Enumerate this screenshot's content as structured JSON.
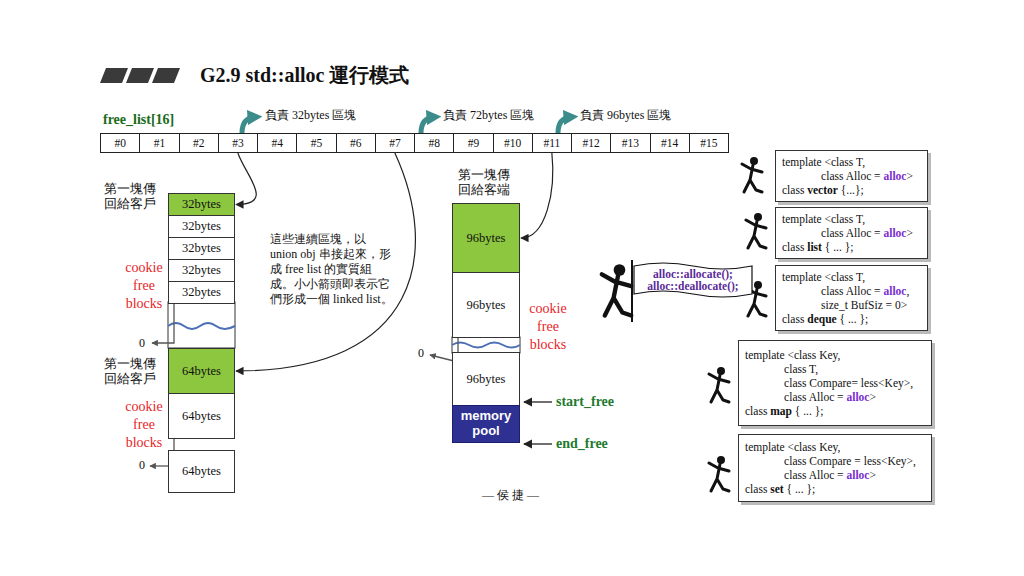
{
  "diagram": {
    "title": "G2.9 std::alloc 運行模式",
    "nodes": [
      {
        "text": [
          "#0"
        ]
      },
      {
        "text": [
          "#1"
        ]
      },
      {
        "text": [
          "#2"
        ]
      },
      {
        "text": [
          "#3"
        ]
      },
      {
        "text": [
          "#4"
        ]
      },
      {
        "text": [
          "#5"
        ]
      },
      {
        "text": [
          "#6"
        ]
      },
      {
        "text": [
          "#7"
        ]
      },
      {
        "text": [
          "#8"
        ]
      },
      {
        "text": [
          "#9"
        ]
      },
      {
        "text": [
          "#10"
        ]
      },
      {
        "text": [
          "#11"
        ]
      },
      {
        "text": [
          "#12"
        ]
      },
      {
        "text": [
          "#13"
        ]
      },
      {
        "text": [
          "#14"
        ]
      },
      {
        "text": [
          "#15"
        ]
      },
      {
        "text": [
          "32bytes"
        ]
      },
      {
        "text": [
          "32bytes"
        ]
      },
      {
        "text": [
          "32bytes"
        ]
      },
      {
        "text": [
          "32bytes"
        ]
      },
      {
        "text": [
          "32bytes"
        ]
      },
      {
        "text": [
          "64bytes"
        ]
      },
      {
        "text": [
          "64bytes"
        ]
      },
      {
        "text": [
          "64bytes"
        ]
      },
      {
        "text": [
          "96bytes"
        ]
      },
      {
        "text": [
          "96bytes"
        ]
      },
      {
        "text": [
          "96bytes"
        ]
      },
      {
        "text": [
          "memory pool"
        ]
      },
      {
        "text": [
          "alloc::allocate();",
          "alloc::deallocate();"
        ]
      },
      {
        "text": [
          "template <class T,",
          "class Alloc = alloc>",
          "class vector {...};"
        ]
      },
      {
        "text": [
          "template <class T,",
          "class Alloc = alloc>",
          "class list { ... };"
        ]
      },
      {
        "text": [
          "template <class T,",
          "class Alloc = alloc,",
          "size_t BufSiz = 0>",
          "class deque { ... };"
        ]
      },
      {
        "text": [
          "template <class Key,",
          "class T,",
          "class Compare= less<Key>,",
          "class Alloc = alloc>",
          "class map { ... };"
        ]
      },
      {
        "text": [
          "template <class Key,",
          "class Compare = less<Key>,",
          "class Alloc = alloc>",
          "class set { ... };"
        ]
      }
    ],
    "edges": [
      {
        "from": 3,
        "to": 16,
        "arrow": "to"
      },
      {
        "from": 7,
        "to": 21,
        "arrow": "to"
      },
      {
        "from": 11,
        "to": 24,
        "arrow": "to"
      },
      {
        "from": 16,
        "to": 17,
        "arrow": "to"
      },
      {
        "from": 17,
        "to": 18,
        "arrow": "to"
      },
      {
        "from": 18,
        "to": 19,
        "arrow": "to"
      },
      {
        "from": 19,
        "to": 20,
        "arrow": "to"
      },
      {
        "from": 21,
        "to": 22,
        "arrow": "to"
      },
      {
        "from": 22,
        "to": 23,
        "arrow": "to"
      },
      {
        "from": 24,
        "to": 25,
        "arrow": "to"
      },
      {
        "from": 25,
        "to": 26,
        "arrow": "to"
      }
    ],
    "labels": [
      "free_list[16]",
      "負責 32bytes 區塊",
      "負責 72bytes 區塊",
      "負責 96bytes 區塊",
      "第一塊傳回給客戶",
      "cookie free blocks",
      "0",
      "第一塊傳回給客戶",
      "cookie free blocks",
      "0",
      "這些連續區塊，以 union obj 串接起來，形成 free list 的實質組成。小小箭頭即表示它們形成一個 linked list。",
      "第一塊傳回給客端",
      "cookie free blocks",
      "0",
      "start_free",
      "end_free",
      "— 侯 捷 —"
    ]
  }
}
